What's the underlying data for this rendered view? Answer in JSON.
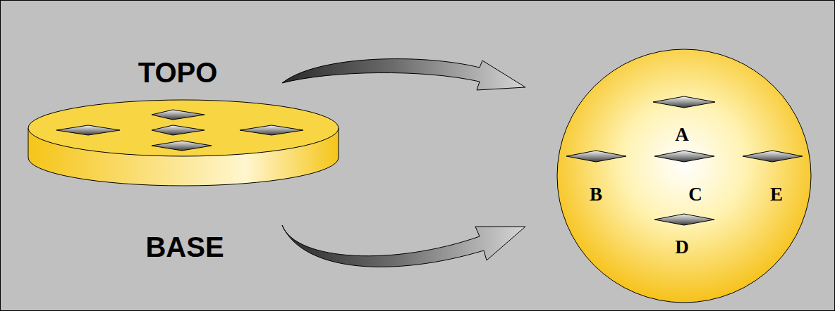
{
  "diagram": {
    "labels": [
      "TOPO",
      "BASE",
      "A",
      "B",
      "C",
      "E",
      "D"
    ]
  }
}
